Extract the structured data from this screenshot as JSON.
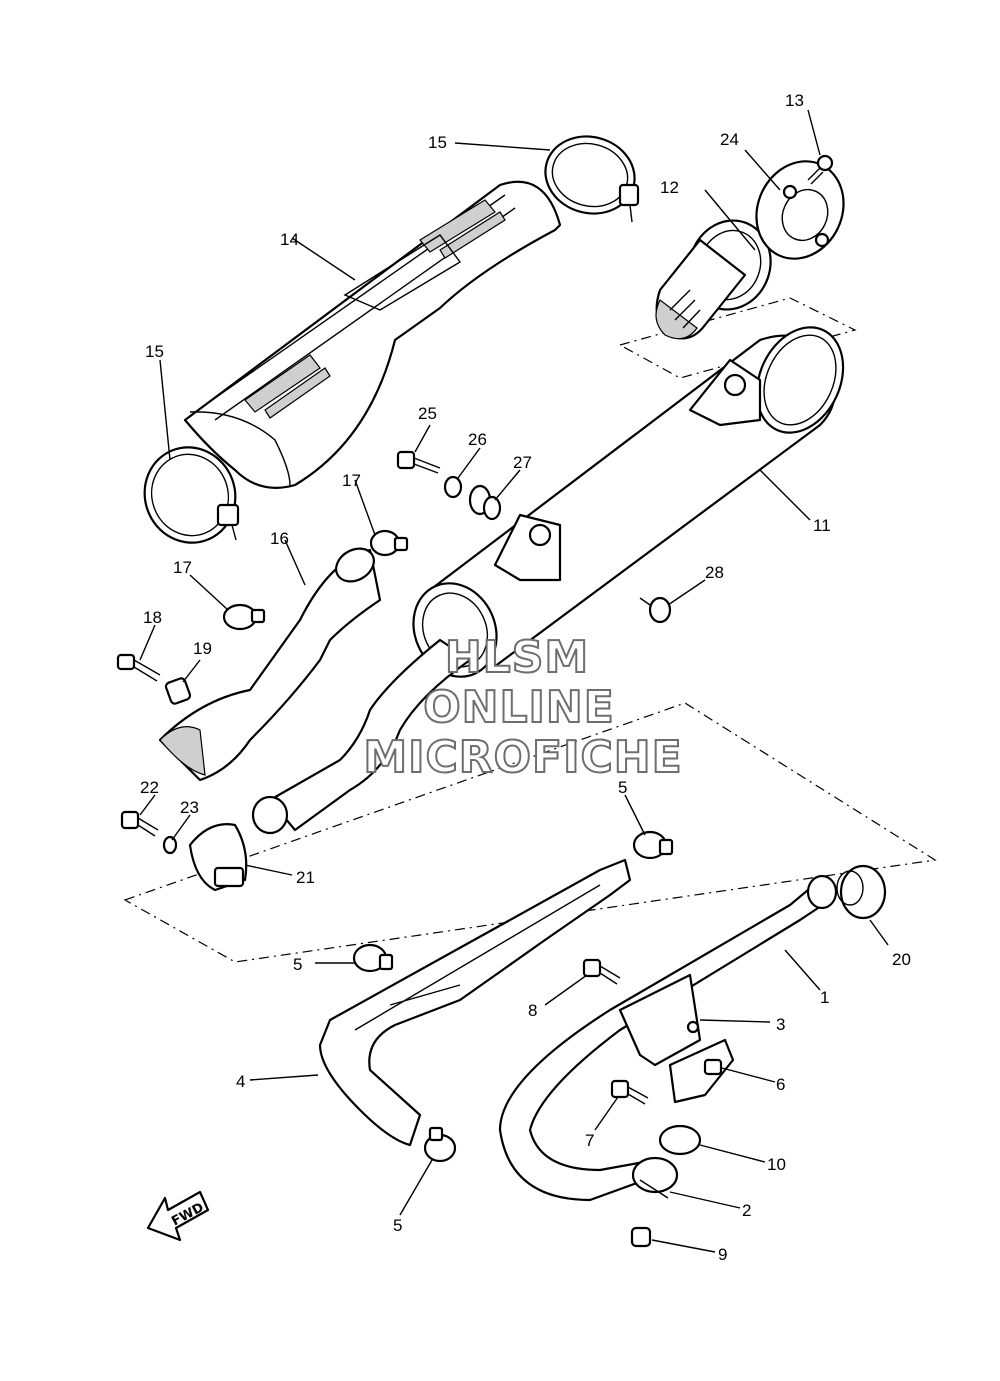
{
  "watermark": {
    "line1": "HLSM",
    "line2": "ONLINE",
    "line3": "MICROFICHE"
  },
  "direction_label": "FWD",
  "callouts": {
    "c1": "1",
    "c2": "2",
    "c3": "3",
    "c4": "4",
    "c5a": "5",
    "c5b": "5",
    "c5c": "5",
    "c6": "6",
    "c7": "7",
    "c8": "8",
    "c9": "9",
    "c10": "10",
    "c11": "11",
    "c12": "12",
    "c13": "13",
    "c14": "14",
    "c15a": "15",
    "c15b": "15",
    "c16": "16",
    "c17a": "17",
    "c17b": "17",
    "c18": "18",
    "c19": "19",
    "c20": "20",
    "c21": "21",
    "c22": "22",
    "c23": "23",
    "c24": "24",
    "c25": "25",
    "c26": "26",
    "c27": "27",
    "c28": "28"
  }
}
